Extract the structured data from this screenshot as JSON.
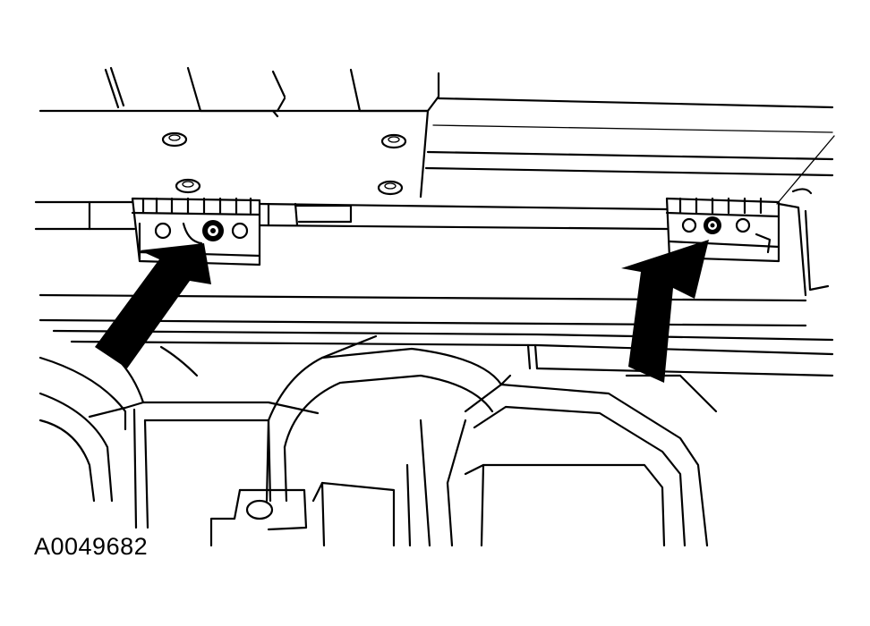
{
  "figure": {
    "id": "A0049682"
  },
  "colors": {
    "line": "#000000",
    "background": "#ffffff"
  },
  "callouts": [
    {
      "name": "left-fastener-arrow",
      "points_to": "left-mounting-nut"
    },
    {
      "name": "right-fastener-arrow",
      "points_to": "right-mounting-nut"
    }
  ]
}
